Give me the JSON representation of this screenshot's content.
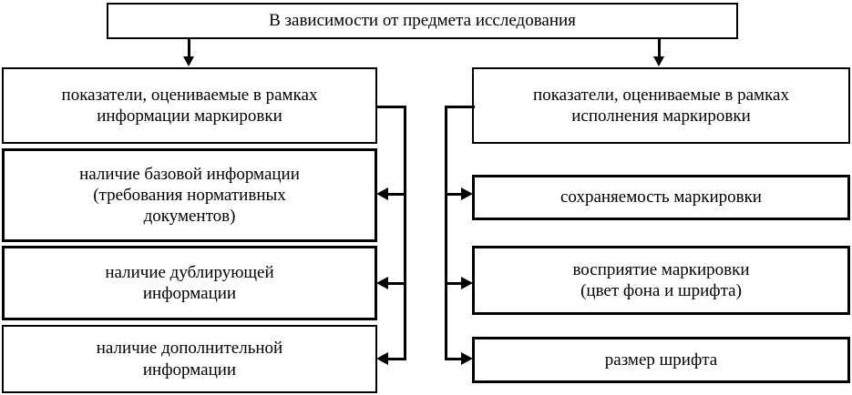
{
  "diagram": {
    "title_box": {
      "label": "В зависимости от предмета исследования"
    },
    "left_branch": {
      "header": {
        "line1": "показатели, оцениваемые в рамках",
        "line2": "информации маркировки"
      },
      "items": [
        {
          "line1": "наличие базовой информации",
          "line2": "(требования нормативных",
          "line3": "документов)"
        },
        {
          "line1": "наличие дублирующей",
          "line2": "информации"
        },
        {
          "line1": "наличие дополнительной",
          "line2": "информации"
        }
      ]
    },
    "right_branch": {
      "header": {
        "line1": "показатели, оцениваемые в рамках",
        "line2": "исполнения маркировки"
      },
      "items": [
        {
          "line1": "сохраняемость маркировки"
        },
        {
          "line1": "восприятие маркировки",
          "line2": "(цвет фона и шрифта)"
        },
        {
          "line1": "размер шрифта"
        }
      ]
    },
    "colors": {
      "stroke": "#000000",
      "fill": "#ffffff"
    }
  }
}
